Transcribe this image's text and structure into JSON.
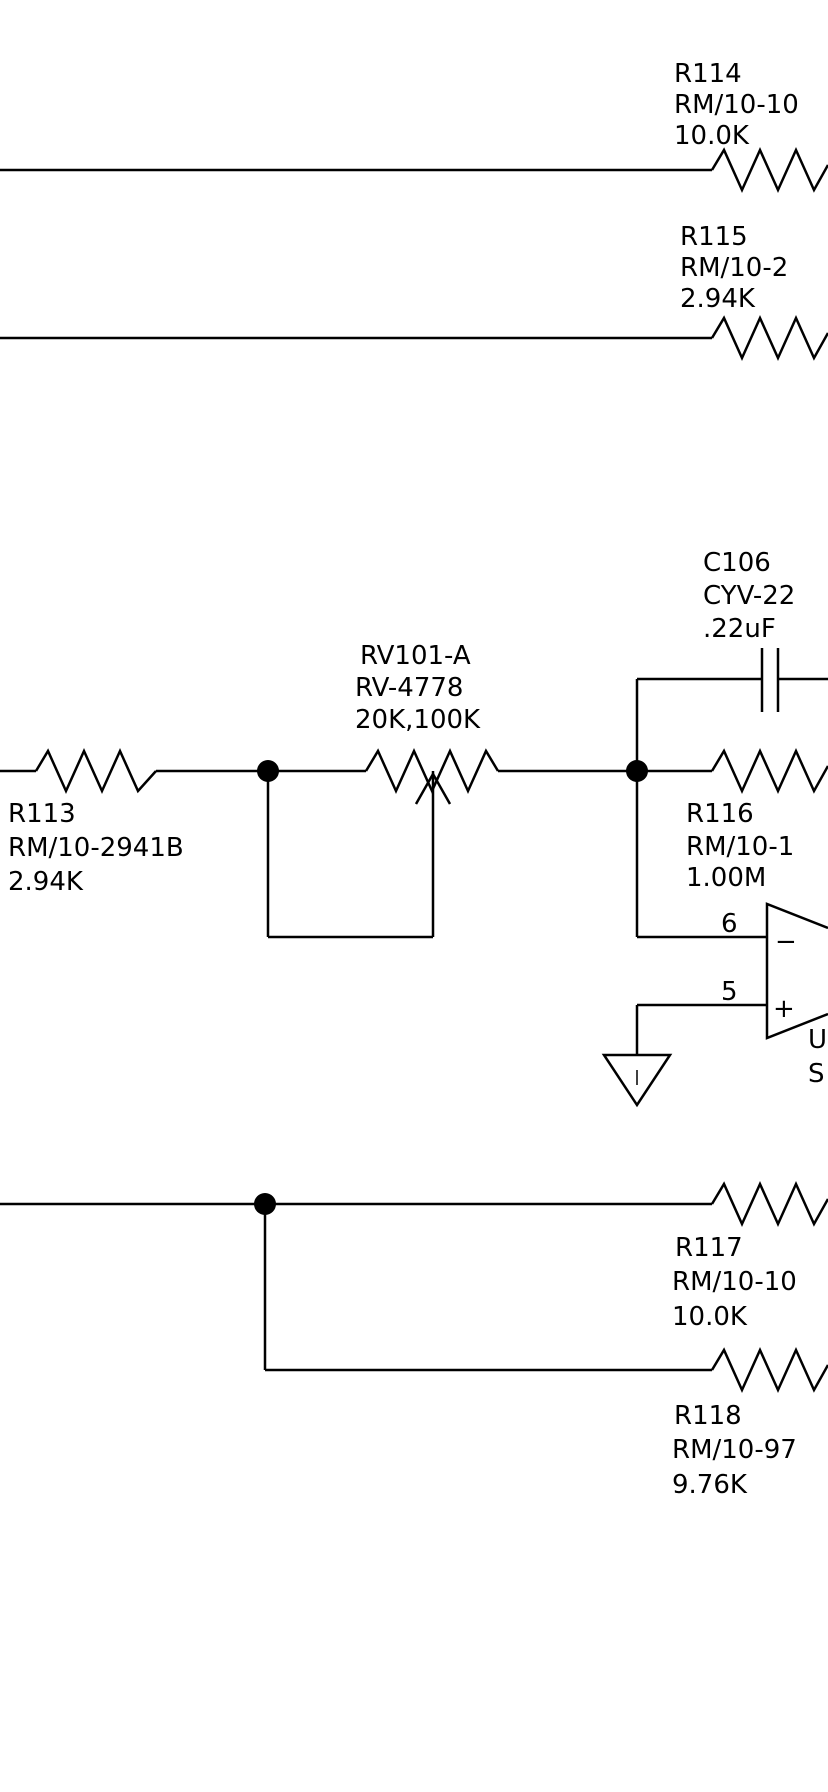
{
  "colors": {
    "ink": "#000000",
    "background": "#ffffff"
  },
  "components": {
    "r114": {
      "ref": "R114",
      "part": "RM/10-10",
      "value": "10.0K"
    },
    "r115": {
      "ref": "R115",
      "part": "RM/10-2",
      "value": "2.94K"
    },
    "c106": {
      "ref": "C106",
      "part": "CYV-22",
      "value": ".22uF"
    },
    "rv101": {
      "ref": "RV101-A",
      "part": "RV-4778",
      "value": "20K,100K"
    },
    "r113": {
      "ref": "R113",
      "part": "RM/10-2941B",
      "value": "2.94K"
    },
    "r116": {
      "ref": "R116",
      "part": "RM/10-1",
      "value": "1.00M"
    },
    "opamp": {
      "pin_inverting": "6",
      "pin_noninverting": "5",
      "minus_sign": "−",
      "plus_sign": "+",
      "ref_partial": "U",
      "part_partial": "S"
    },
    "r117": {
      "ref": "R117",
      "part": "RM/10-10",
      "value": "10.0K"
    },
    "r118": {
      "ref": "R118",
      "part": "RM/10-97",
      "value": "9.76K"
    }
  }
}
